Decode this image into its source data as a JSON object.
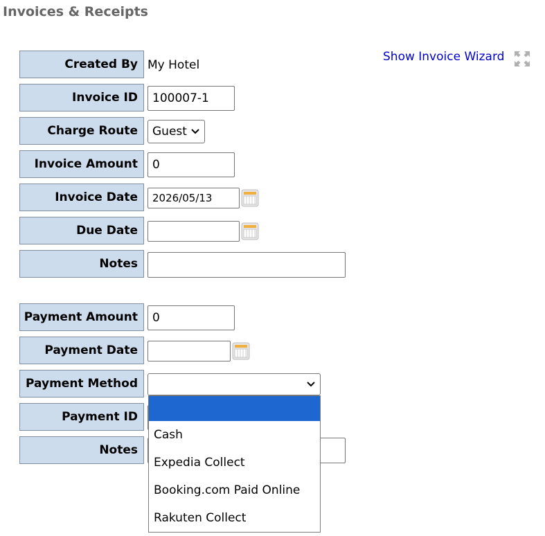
{
  "page_title": "Invoices & Receipts",
  "wizard_link": "Show Invoice Wizard",
  "invoice": {
    "created_by": {
      "label": "Created By",
      "value": "My Hotel"
    },
    "invoice_id": {
      "label": "Invoice ID",
      "value": "100007-1"
    },
    "charge_route": {
      "label": "Charge Route",
      "value": "Guest"
    },
    "invoice_amount": {
      "label": "Invoice Amount",
      "value": "0"
    },
    "invoice_date": {
      "label": "Invoice Date",
      "value": "2026/05/13"
    },
    "due_date": {
      "label": "Due Date",
      "value": ""
    },
    "notes": {
      "label": "Notes",
      "value": ""
    }
  },
  "payment": {
    "payment_amount": {
      "label": "Payment Amount",
      "value": "0"
    },
    "payment_date": {
      "label": "Payment Date",
      "value": ""
    },
    "payment_method": {
      "label": "Payment Method",
      "value": "",
      "options": [
        "",
        "Cash",
        "Expedia Collect",
        "Booking.com Paid Online",
        "Rakuten Collect"
      ]
    },
    "payment_id": {
      "label": "Payment ID",
      "value": ""
    },
    "notes": {
      "label": "Notes",
      "value": ""
    }
  },
  "colors": {
    "label_bg": "#cddcec",
    "link": "#0000cc",
    "selected_option": "#1e66d0",
    "title": "#666666"
  }
}
